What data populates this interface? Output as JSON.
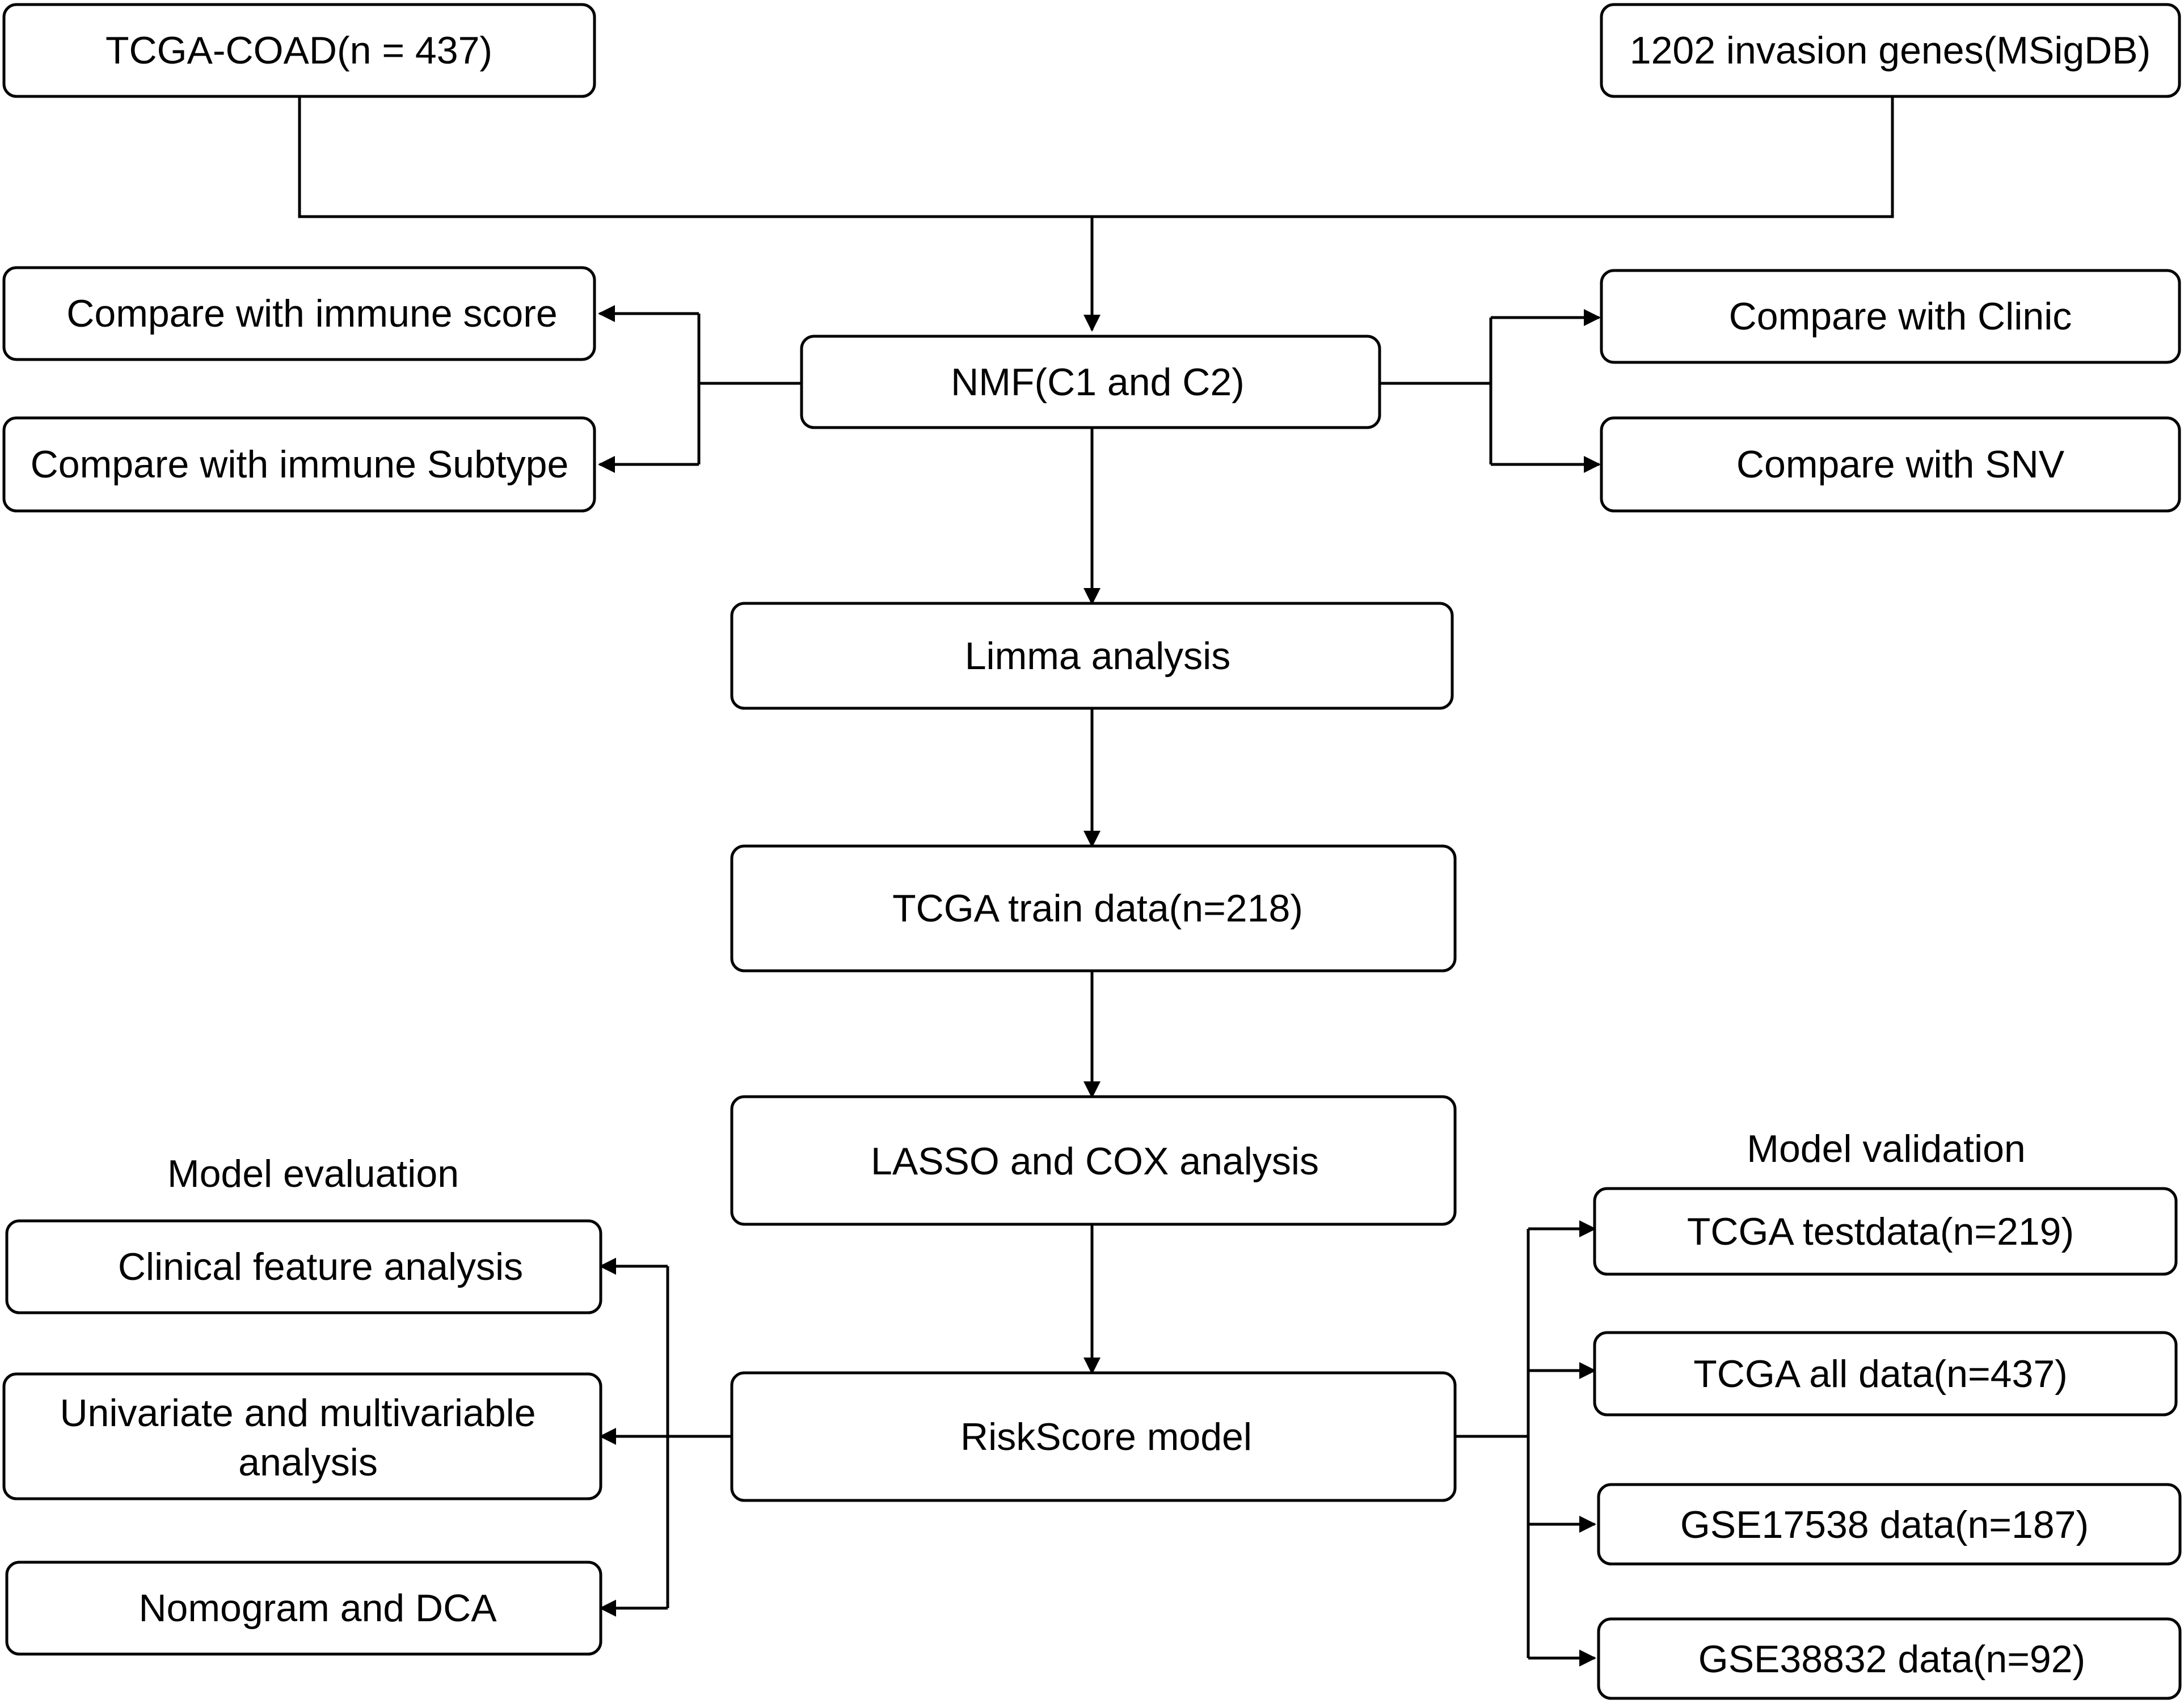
{
  "nodes": {
    "tcga_coad": "TCGA-COAD(n = 437)",
    "invasion_genes": "1202  invasion genes(MSigDB)",
    "immune_score": "Compare with immune score",
    "immune_subtype": "Compare with immune Subtype",
    "nmf": "NMF(C1 and C2)",
    "clinic": "Compare with Clinic",
    "snv": "Compare with SNV",
    "limma": "Limma analysis",
    "train": "TCGA train data(n=218)",
    "lasso_cox": "LASSO and COX analysis",
    "riskscore": "RiskScore model",
    "clinical_feature": "Clinical feature analysis",
    "univariate_line1": "Univariate and multivariable",
    "univariate_line2": "analysis",
    "nomogram": "Nomogram and DCA",
    "testdata": "TCGA testdata(n=219)",
    "alldata": "TCGA all data(n=437)",
    "gse17538": "GSE17538 data(n=187)",
    "gse38832": "GSE38832 data(n=92)"
  },
  "section_labels": {
    "evaluation": "Model evaluation",
    "validation": "Model validation"
  },
  "colors": {
    "stroke": "#000000",
    "box_fill": "#ffffff",
    "text": "#000000"
  }
}
